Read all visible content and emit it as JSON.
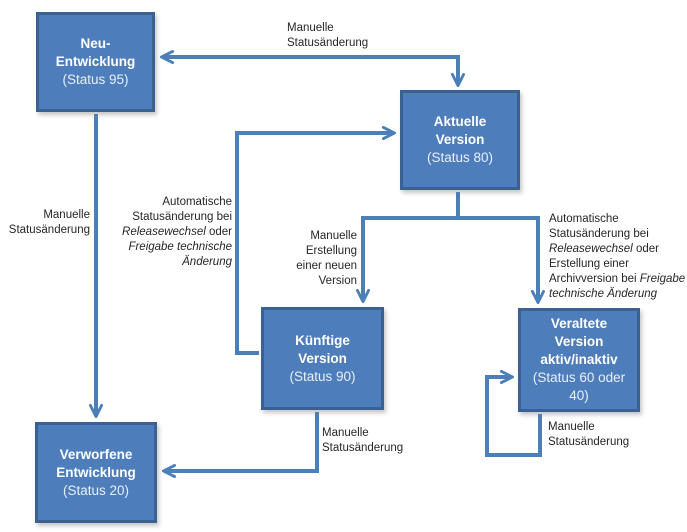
{
  "diagram": {
    "boxes": {
      "neu": {
        "title": "Neu-Entwicklung",
        "status": "(Status 95)"
      },
      "aktuelle": {
        "title": "Aktuelle Version",
        "status": "(Status 80)"
      },
      "kuenftige": {
        "title": "Künftige Version",
        "status": "(Status 90)"
      },
      "veraltete": {
        "title": "Veraltete Version aktiv/inaktiv",
        "status": "(Status 60 oder 40)"
      },
      "verworfene": {
        "title": "Verworfene Entwicklung",
        "status": "(Status 20)"
      }
    },
    "labels": {
      "top_manual": {
        "l1": "Manuelle",
        "l2": "Statusänderung"
      },
      "left_manual": {
        "l1": "Manuelle",
        "l2": "Statusänderung"
      },
      "auto_release": {
        "l1": "Automatische",
        "l2": "Statusänderung bei",
        "l3i": "Releasewechsel",
        "l3r": " oder",
        "l4i": "Freigabe technische",
        "l5i": "Änderung"
      },
      "manual_new_version": {
        "l1": "Manuelle",
        "l2": "Erstellung",
        "l3": "einer neuen",
        "l4": "Version"
      },
      "auto_archive": {
        "l1": "Automatische",
        "l2": "Statusänderung bei",
        "l3i": "Releasewechsel",
        "l3r": " oder",
        "l4": "Erstellung einer",
        "l5r": "Archivversion bei ",
        "l5i": "Freigabe",
        "l6i": "technische Änderung"
      },
      "manual_discard": {
        "l1": "Manuelle",
        "l2": "Statusänderung"
      },
      "manual_selfloop": {
        "l1": "Manuelle",
        "l2": "Statusänderung"
      }
    },
    "colors": {
      "node_fill": "#4D7EBB",
      "node_border": "#3A6191",
      "connector": "#4C7EB8",
      "node_text": "#FFFFFF",
      "label_text": "#262626",
      "background": "#FFFFFF"
    }
  }
}
